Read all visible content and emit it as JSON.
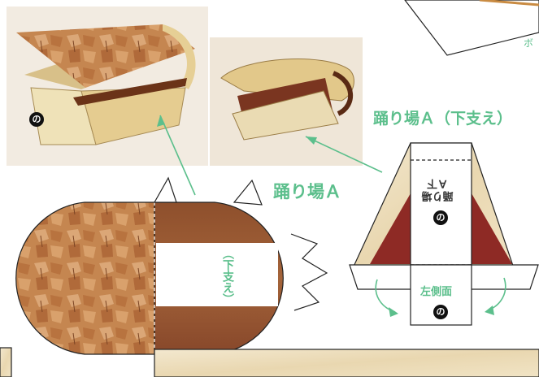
{
  "labels": {
    "landing_a": "踊り場Ａ",
    "landing_a_support": "踊り場Ａ（下支え）",
    "support_vertical": "（下支え）",
    "landing_a_flipped": "踊り場Ａ下",
    "left_side_face": "左側面",
    "partial_top_right": "ボ"
  },
  "markers": {
    "photo_mark": "の",
    "flip_mark": "の",
    "side_mark": "の"
  },
  "colors": {
    "accent_green": "#5cbf8c",
    "wood_brown": "#9a5a35",
    "dark_red": "#8e2a25",
    "cream_paper": "#efe2c4",
    "crust_tan": "#c8844f"
  }
}
